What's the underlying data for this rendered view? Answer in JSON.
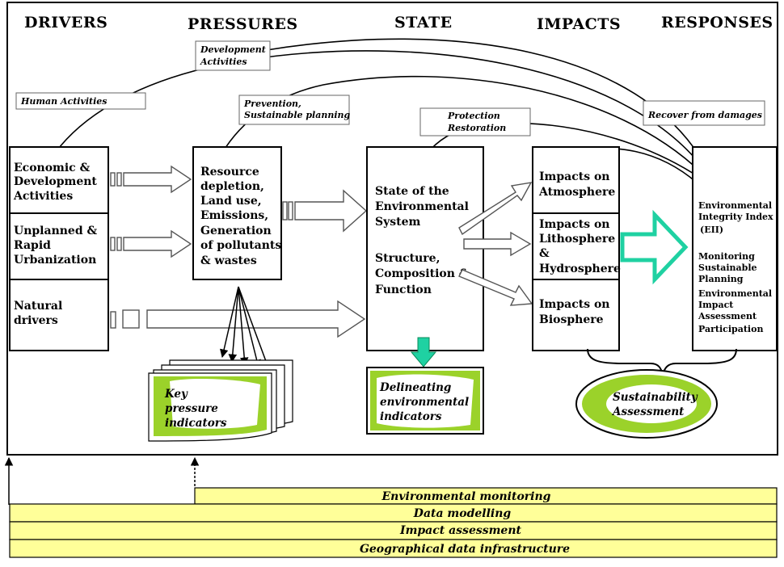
{
  "headers": {
    "drivers": "DRIVERS",
    "pressures": "PRESSURES",
    "state": "STATE",
    "impacts": "IMPACTS",
    "responses": "RESPONSES"
  },
  "labels": {
    "development": [
      "Development",
      "Activities"
    ],
    "human": "Human Activities",
    "prevention": [
      "Prevention,",
      "Sustainable planning"
    ],
    "protection": [
      "Protection",
      "Restoration"
    ],
    "recover": "Recover from damages"
  },
  "drivers": {
    "economic": [
      "Economic &",
      "Development",
      "Activities"
    ],
    "unplanned": [
      "Unplanned &",
      "Rapid",
      "Urbanization"
    ],
    "natural": [
      "Natural",
      "drivers"
    ]
  },
  "pressures": {
    "box": [
      "Resource",
      "depletion,",
      "Land use,",
      "Emissions,",
      "Generation",
      "of pollutants",
      "& wastes"
    ],
    "indicators": [
      "Key",
      "pressure",
      "indicators"
    ]
  },
  "state": {
    "box": [
      "State of the",
      "Environmental",
      "System",
      "",
      "Structure,",
      "Composition &",
      "Function"
    ],
    "indicators": [
      "Delineating",
      "environmental",
      "indicators"
    ]
  },
  "impacts": {
    "atmosphere": [
      "Impacts on",
      "Atmosphere"
    ],
    "litho": [
      "Impacts on",
      "Lithosphere",
      "&",
      "Hydrosphere"
    ],
    "bio": [
      "Impacts on",
      "Biosphere"
    ],
    "assessment": [
      "Sustainability",
      "Assessment"
    ]
  },
  "responses": {
    "box": [
      "Environmental",
      "Integrity Index",
      "(EII)",
      "",
      "Monitoring",
      "Sustainable",
      "Planning",
      "Environmental",
      "Impact",
      "Assessment",
      "Participation"
    ]
  },
  "bars": {
    "monitoring": "Environmental monitoring",
    "modelling": "Data modelling",
    "impact": "Impact assessment",
    "geo": "Geographical data infrastructure"
  },
  "colors": {
    "lime": "#9bd22a",
    "teal": "#1fd1a2",
    "darkgreen": "#0a8a5a",
    "bar": "#ffff99"
  }
}
